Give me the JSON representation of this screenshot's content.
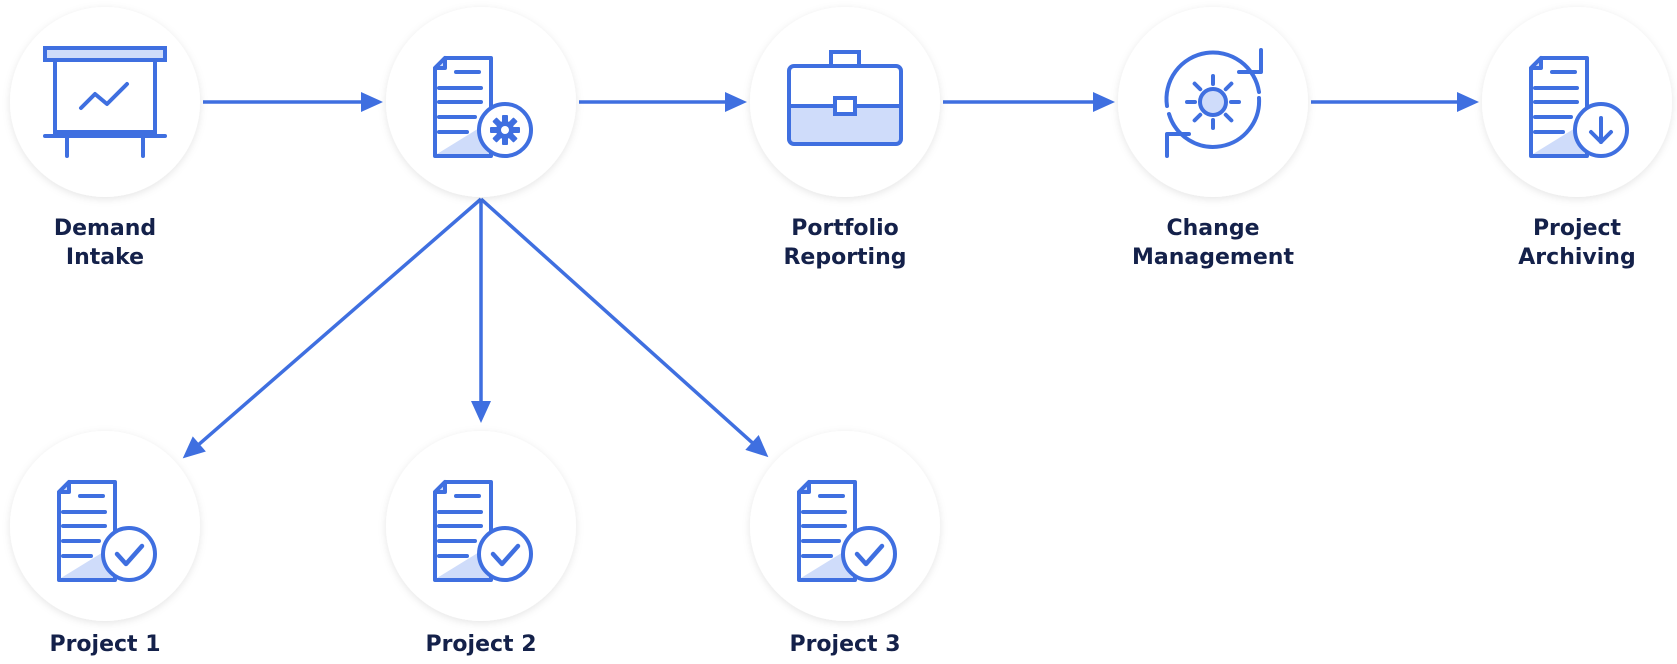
{
  "colors": {
    "accent": "#3f6fe0",
    "accent_light": "#cfdcfa",
    "label_text": "#14214a",
    "node_background": "#ffffff"
  },
  "nodes": [
    {
      "id": "demand",
      "icon": "presentation-board-icon",
      "label_lines": [
        "Demand",
        "Intake"
      ]
    },
    {
      "id": "planning",
      "icon": "document-gear-icon",
      "label_lines": []
    },
    {
      "id": "portfolio",
      "icon": "briefcase-icon",
      "label_lines": [
        "Portfolio",
        "Reporting"
      ]
    },
    {
      "id": "change",
      "icon": "sync-gear-icon",
      "label_lines": [
        "Change",
        "Management"
      ]
    },
    {
      "id": "archive",
      "icon": "document-download-icon",
      "label_lines": [
        "Project",
        "Archiving"
      ]
    },
    {
      "id": "project1",
      "icon": "document-check-icon",
      "label_lines": [
        "Project 1"
      ]
    },
    {
      "id": "project2",
      "icon": "document-check-icon",
      "label_lines": [
        "Project 2"
      ]
    },
    {
      "id": "project3",
      "icon": "document-check-icon",
      "label_lines": [
        "Project 3"
      ]
    }
  ],
  "edges": [
    [
      "demand",
      "planning"
    ],
    [
      "planning",
      "portfolio"
    ],
    [
      "portfolio",
      "change"
    ],
    [
      "change",
      "archive"
    ],
    [
      "planning",
      "project1"
    ],
    [
      "planning",
      "project2"
    ],
    [
      "planning",
      "project3"
    ]
  ]
}
